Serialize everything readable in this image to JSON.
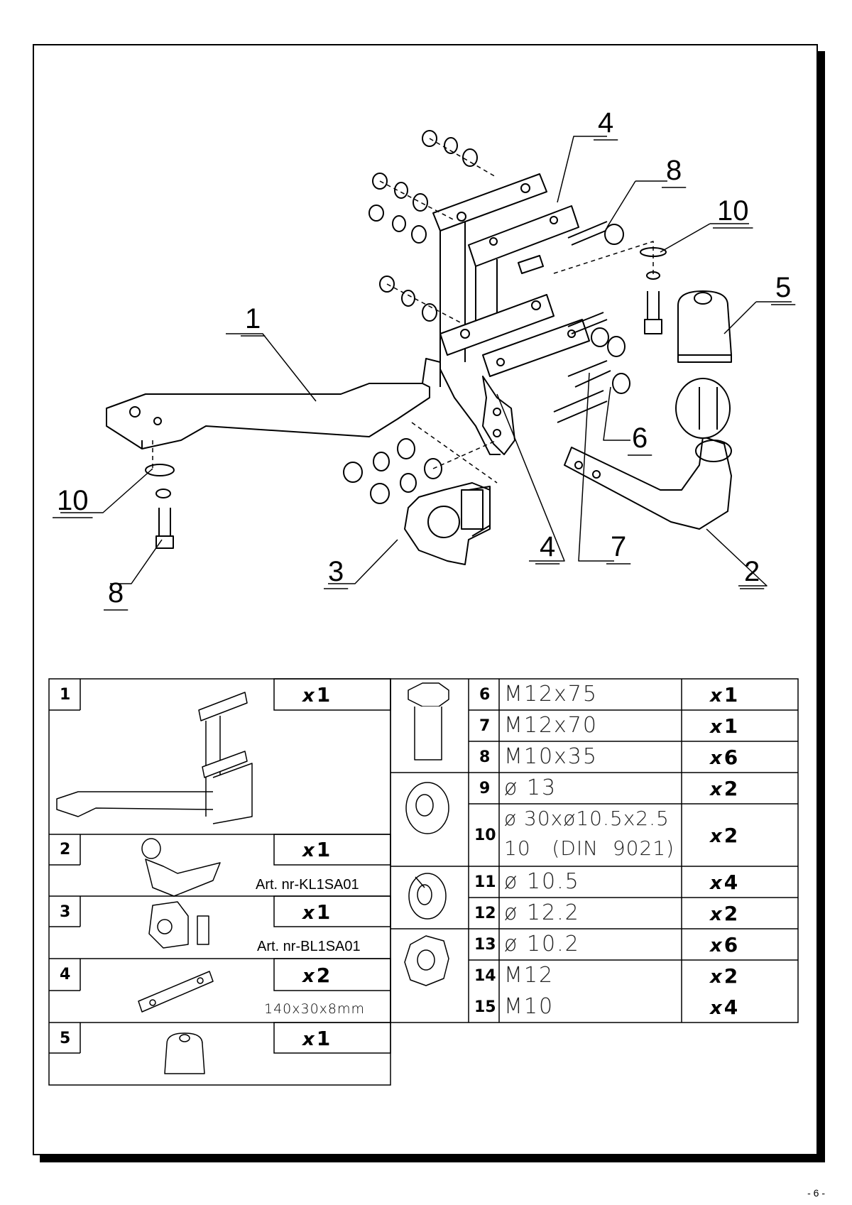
{
  "diagram": {
    "callouts": [
      {
        "id": "c1",
        "label": "1"
      },
      {
        "id": "c2",
        "label": "2"
      },
      {
        "id": "c3",
        "label": "3"
      },
      {
        "id": "c4a",
        "label": "4"
      },
      {
        "id": "c4b",
        "label": "4"
      },
      {
        "id": "c5",
        "label": "5"
      },
      {
        "id": "c6",
        "label": "6"
      },
      {
        "id": "c7",
        "label": "7"
      },
      {
        "id": "c8a",
        "label": "8"
      },
      {
        "id": "c8b",
        "label": "8"
      },
      {
        "id": "c10a",
        "label": "10"
      },
      {
        "id": "c10b",
        "label": "10"
      }
    ]
  },
  "parts_left": [
    {
      "num": "1",
      "qty_x": "x",
      "qty": "1",
      "note": ""
    },
    {
      "num": "2",
      "qty_x": "x",
      "qty": "1",
      "note": "Art. nr-KL1SA01"
    },
    {
      "num": "3",
      "qty_x": "x",
      "qty": "1",
      "note": "Art. nr-BL1SA01"
    },
    {
      "num": "4",
      "qty_x": "x",
      "qty": "2",
      "note": "140x30x8mm"
    },
    {
      "num": "5",
      "qty_x": "x",
      "qty": "1",
      "note": ""
    }
  ],
  "parts_right": [
    {
      "num": "6",
      "desc": "M12x75",
      "qty_x": "x",
      "qty": "1"
    },
    {
      "num": "7",
      "desc": "M12x70",
      "qty_x": "x",
      "qty": "1"
    },
    {
      "num": "8",
      "desc": "M10x35",
      "qty_x": "x",
      "qty": "6"
    },
    {
      "num": "9",
      "desc": "ø 13",
      "qty_x": "x",
      "qty": "2"
    },
    {
      "num": "10",
      "desc": "ø 30xø10.5x2.5",
      "desc2": "10   (DIN  9021)",
      "qty_x": "x",
      "qty": "2"
    },
    {
      "num": "11",
      "desc": "ø 10.5",
      "qty_x": "x",
      "qty": "4"
    },
    {
      "num": "12",
      "desc": "ø 12.2",
      "qty_x": "x",
      "qty": "2"
    },
    {
      "num": "13",
      "desc": "ø 10.2",
      "qty_x": "x",
      "qty": "6"
    },
    {
      "num": "14",
      "desc": "M12",
      "qty_x": "x",
      "qty": "2"
    },
    {
      "num": "15",
      "desc": "M10",
      "qty_x": "x",
      "qty": "4"
    }
  ],
  "footer": {
    "page": "- 6 -"
  }
}
